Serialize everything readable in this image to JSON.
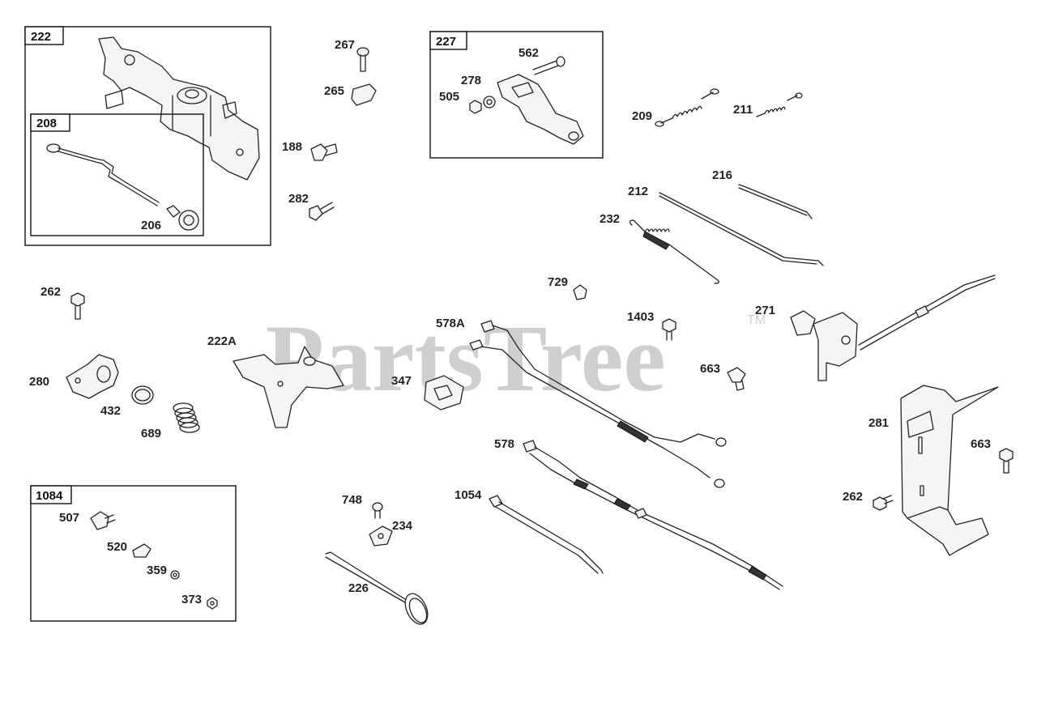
{
  "watermark": {
    "text": "PartsTree",
    "tm": "TM"
  },
  "boxes": {
    "b222": "222",
    "b208": "208",
    "b227": "227",
    "b1084": "1084"
  },
  "labels": {
    "p267": "267",
    "p265": "265",
    "p188": "188",
    "p282": "282",
    "p206": "206",
    "p562": "562",
    "p278": "278",
    "p505": "505",
    "p209": "209",
    "p211": "211",
    "p216": "216",
    "p212": "212",
    "p232": "232",
    "p729": "729",
    "p262a": "262",
    "p271": "271",
    "p578A": "578A",
    "p1403": "1403",
    "p222A": "222A",
    "p347": "347",
    "p663a": "663",
    "p280": "280",
    "p432": "432",
    "p689": "689",
    "p281": "281",
    "p578": "578",
    "p663b": "663",
    "p262b": "262",
    "p1054": "1054",
    "p748": "748",
    "p234": "234",
    "p226": "226",
    "p507": "507",
    "p520": "520",
    "p359": "359",
    "p373": "373"
  }
}
